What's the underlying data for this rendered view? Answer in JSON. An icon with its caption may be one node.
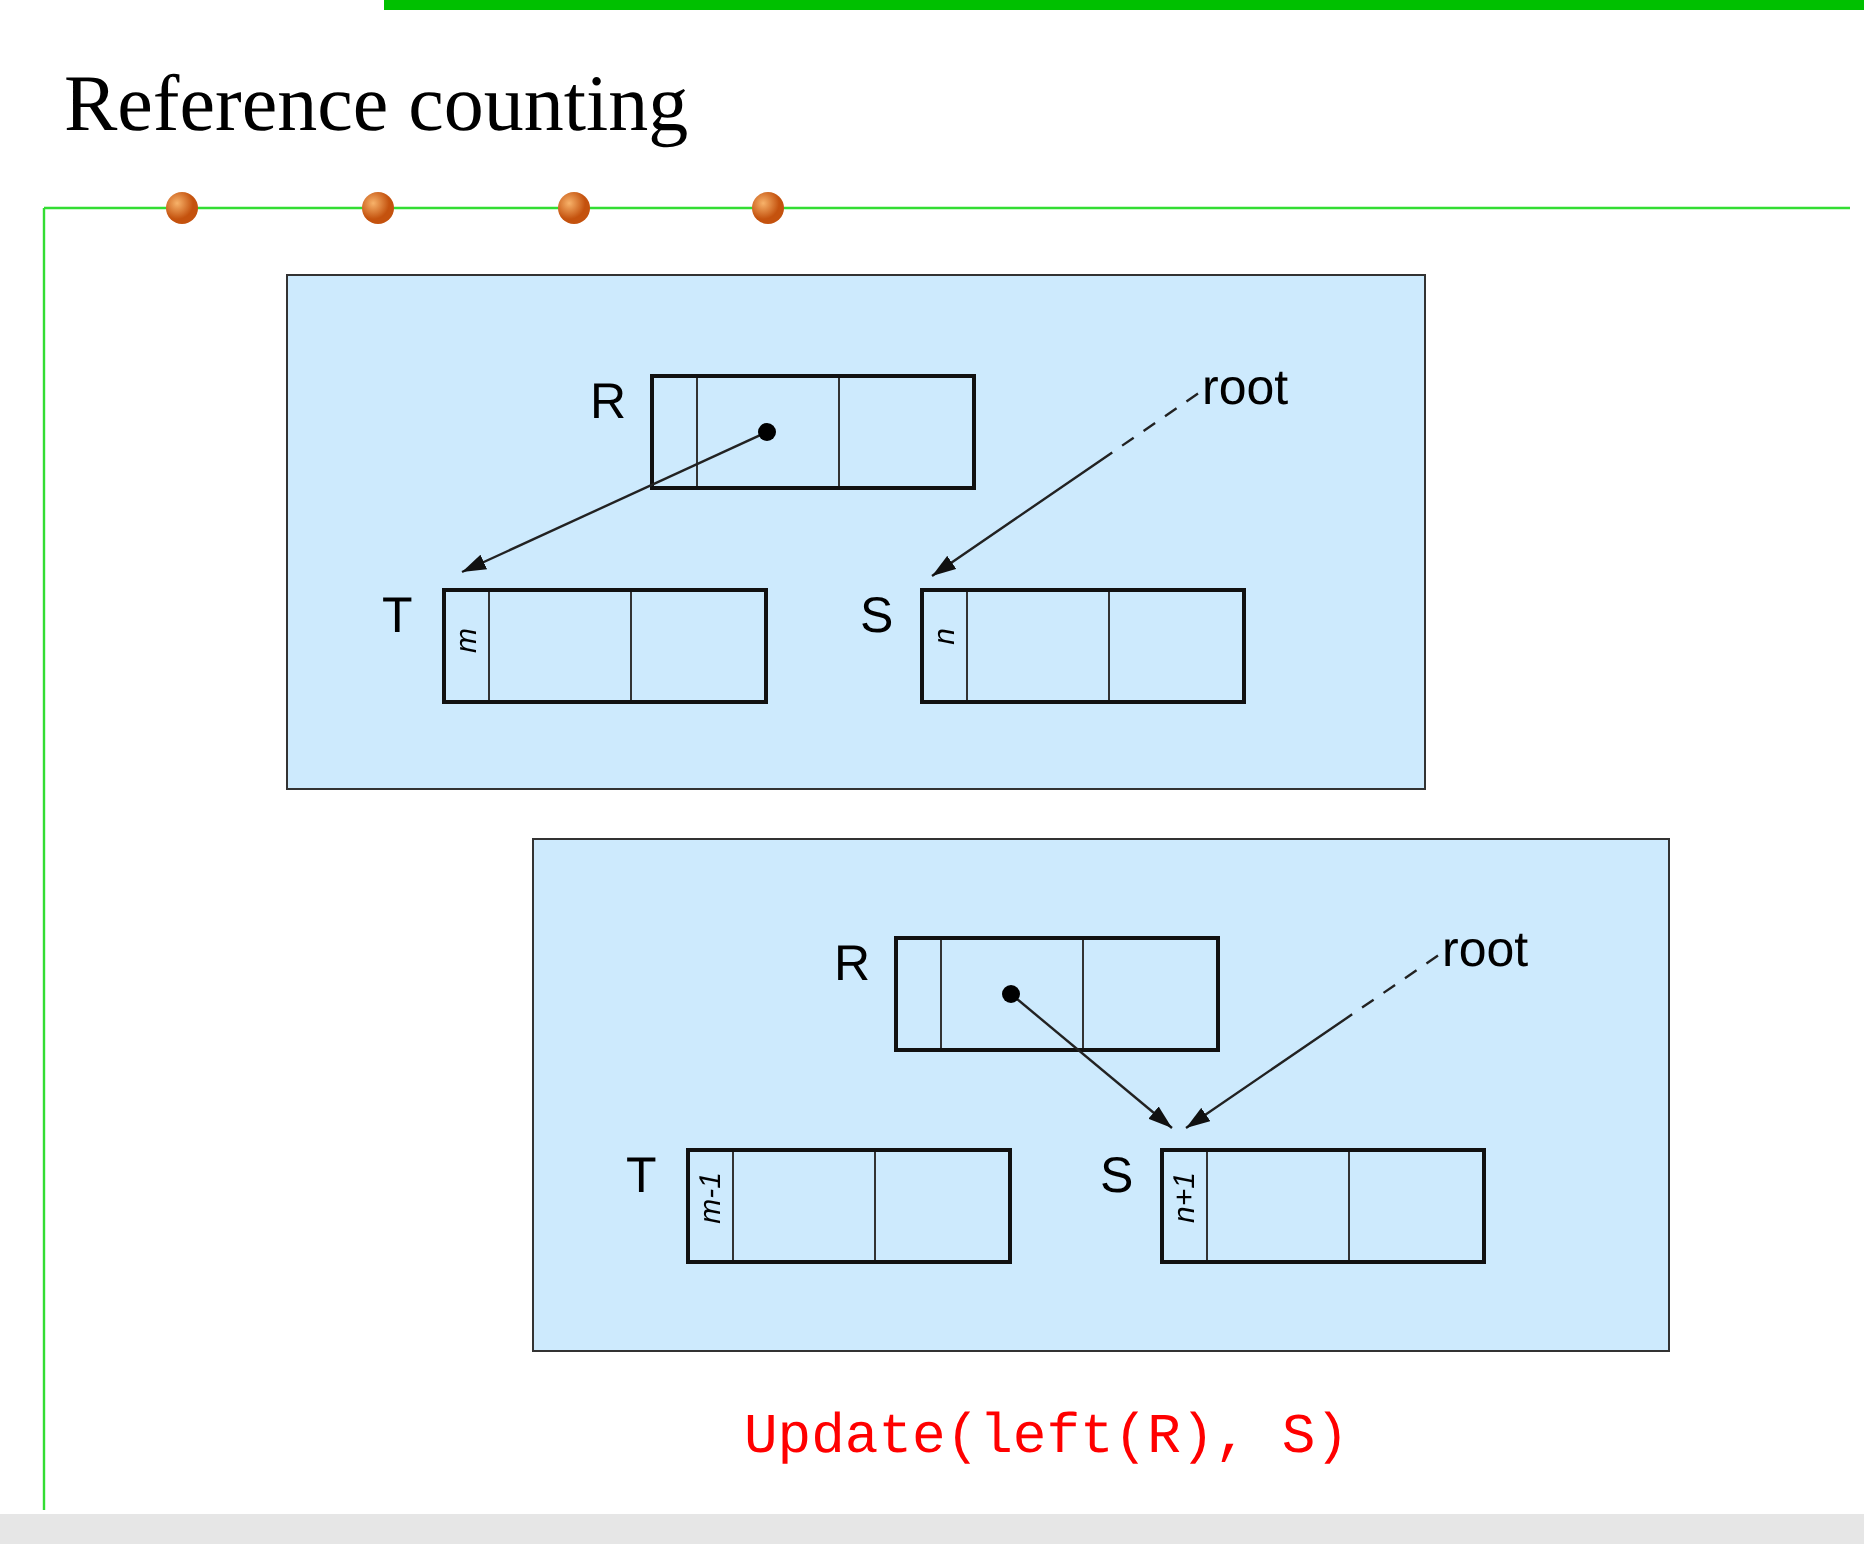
{
  "diagram": {
    "title": "Reference counting",
    "caption": "Update(left(R), S)",
    "nodes": [
      {
        "text": [],
        "shape": "box"
      },
      {
        "text": [
          "R"
        ],
        "in": 0
      },
      {
        "text": [
          "T",
          "m"
        ],
        "in": 0
      },
      {
        "text": [
          "S",
          "n"
        ],
        "in": 0
      },
      {
        "text": [
          "root"
        ],
        "in": 0
      },
      {
        "text": [],
        "shape": "box"
      },
      {
        "text": [
          "R"
        ],
        "in": 5
      },
      {
        "text": [
          "T",
          "m-1"
        ],
        "in": 5
      },
      {
        "text": [
          "S",
          "n+1"
        ],
        "in": 5
      },
      {
        "text": [
          "root"
        ],
        "in": 5
      }
    ],
    "edges": [
      {
        "from": 1,
        "to": 2,
        "arrow": "to"
      },
      {
        "from": 4,
        "to": 3,
        "arrow": "to",
        "style": "dashed"
      },
      {
        "from": 6,
        "to": 8,
        "arrow": "to"
      },
      {
        "from": 9,
        "to": 8,
        "arrow": "to",
        "style": "dashed"
      }
    ]
  }
}
